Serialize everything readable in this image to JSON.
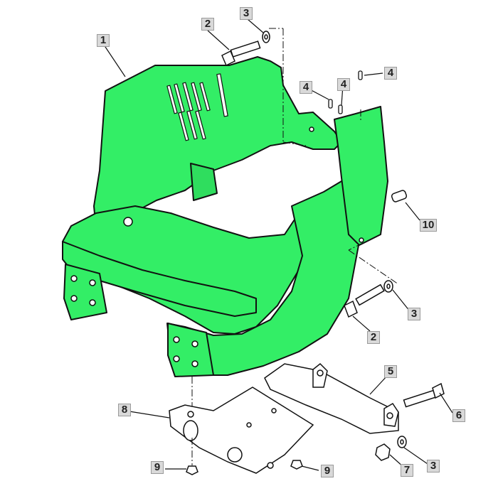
{
  "colors": {
    "frame": "#33ee66",
    "outline": "#111111",
    "background": "#ffffff",
    "callout_fill": "#d9d9d9",
    "hardware": "#ffffff"
  },
  "callouts": [
    {
      "id": "c1",
      "label": "1",
      "part": "front-frame"
    },
    {
      "id": "c2a",
      "label": "2",
      "part": "bolt-upper"
    },
    {
      "id": "c3a",
      "label": "3",
      "part": "washer-upper"
    },
    {
      "id": "c4a",
      "label": "4",
      "part": "pin-left"
    },
    {
      "id": "c4b",
      "label": "4",
      "part": "pin-middle"
    },
    {
      "id": "c4c",
      "label": "4",
      "part": "pin-right"
    },
    {
      "id": "c10",
      "label": "10",
      "part": "bushing"
    },
    {
      "id": "c3b",
      "label": "3",
      "part": "washer-middle"
    },
    {
      "id": "c2b",
      "label": "2",
      "part": "bolt-lower"
    },
    {
      "id": "c5",
      "label": "5",
      "part": "bracket-right"
    },
    {
      "id": "c6",
      "label": "6",
      "part": "bolt-long"
    },
    {
      "id": "c7",
      "label": "7",
      "part": "nut"
    },
    {
      "id": "c3c",
      "label": "3",
      "part": "washer-lower"
    },
    {
      "id": "c8",
      "label": "8",
      "part": "bracket-left"
    },
    {
      "id": "c9a",
      "label": "9",
      "part": "screw-left"
    },
    {
      "id": "c9b",
      "label": "9",
      "part": "screw-right"
    }
  ]
}
